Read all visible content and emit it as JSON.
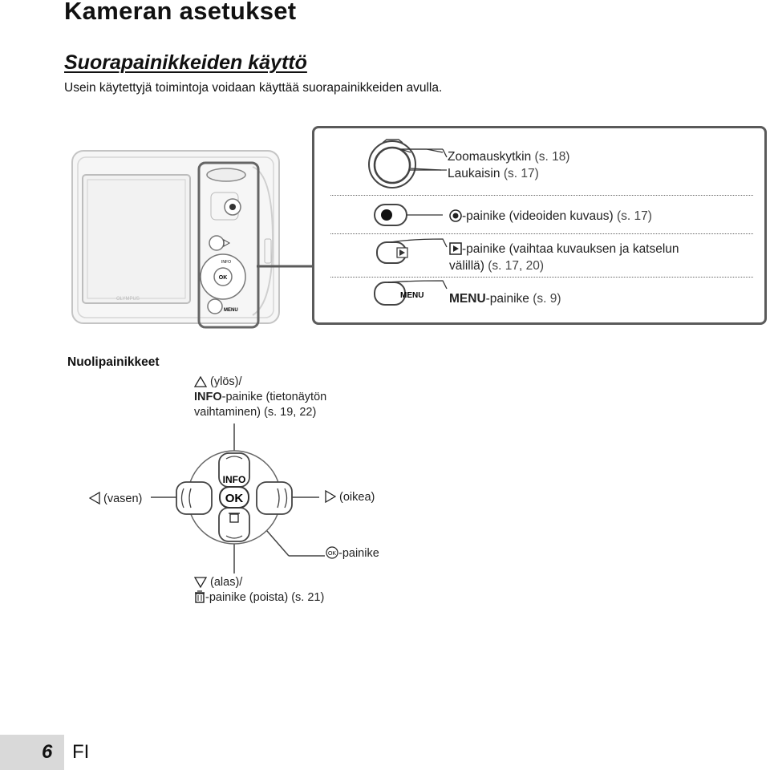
{
  "page": {
    "title": "Kameran asetukset",
    "section_title": "Suorapainikkeiden käyttö",
    "intro": "Usein käytettyjä toimintoja voidaan käyttää suorapainikkeiden avulla."
  },
  "camera_callouts": {
    "zoom": {
      "label": "Zoomauskytkin",
      "ref": "(s. 18)"
    },
    "shutter": {
      "label": "Laukaisin",
      "ref": "(s. 17)"
    },
    "movie": {
      "label": "-painike (videoiden kuvaus)",
      "ref": "(s. 17)"
    },
    "playback": {
      "line1": "-painike (vaihtaa kuvauksen ja katselun",
      "line2": "välillä)",
      "ref": "(s. 17, 20)"
    },
    "menu": {
      "key": "MENU",
      "label": "-painike",
      "ref": "(s. 9)"
    }
  },
  "camera_buttons": {
    "menu_text": "MENU",
    "info_text": "INFO",
    "ok_text": "OK"
  },
  "arrow_keys": {
    "heading": "Nuolipainikkeet",
    "up": {
      "line1": "(ylös)/",
      "key": "INFO",
      "line2": "-painike (tietonäytön",
      "line3": "vaihtaminen)",
      "ref": "(s. 19, 22)"
    },
    "left": {
      "label": "(vasen)"
    },
    "right": {
      "label": "(oikea)"
    },
    "ok": {
      "label": "-painike",
      "icon_text": "OK"
    },
    "down": {
      "line1": "(alas)/",
      "line2": "-painike (poista)",
      "ref": "(s. 21)"
    }
  },
  "dpad": {
    "info_text": "INFO",
    "ok_text": "OK"
  },
  "footer": {
    "page_number": "6",
    "language": "FI"
  },
  "icons": [
    "movie-record-icon",
    "playback-icon",
    "trash-icon",
    "triangle-up-icon",
    "triangle-down-icon",
    "triangle-left-icon",
    "triangle-right-icon",
    "ok-circle-icon"
  ]
}
